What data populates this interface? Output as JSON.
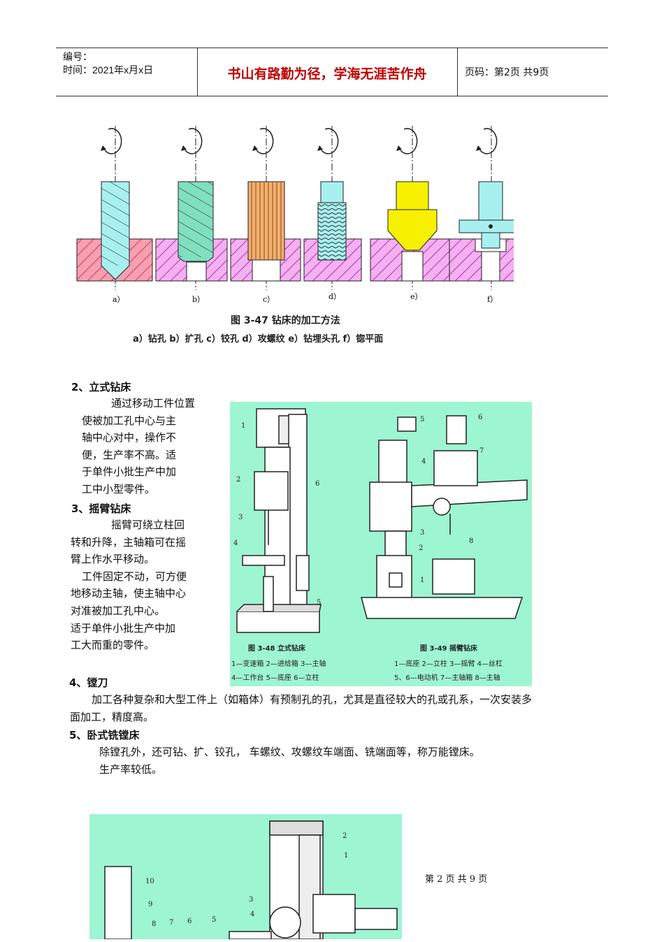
{
  "header": {
    "code_label": "编号：",
    "time_label": "时间：2021年x月x日",
    "motto": "书山有路勤为径，学海无涯苦作舟",
    "page_info": "页码：第2页  共9页"
  },
  "figure_347": {
    "sub_labels": [
      "a）",
      "b）",
      "c）",
      "d）",
      "e）",
      "f）"
    ],
    "title": "图 3-47   钻床的加工方法",
    "legend": "a）钻孔   b）扩孔   c）铰孔   d）攻螺纹   e）钻埋头孔   f）锪平面"
  },
  "sections": {
    "s2_title": "2、立式钻床",
    "s2_lines": [
      "通过移动工件位置",
      "使被加工孔中心与主",
      "轴中心对中，操作不",
      "便，生产率不高。适",
      "于单件小批生产中加",
      "工中小型零件。"
    ],
    "s3_title": "3、摇臂钻床",
    "s3_lines": [
      "摇臂可绕立柱回",
      "转和升降，主轴箱可在摇",
      "臂上作水平移动。",
      "工件固定不动，可方便",
      "地移动主轴，使主轴中心",
      "对准被加工孔中心。",
      "适于单件小批生产中加",
      "工大而重的零件。"
    ],
    "s4_title": "4、镗刀",
    "s4_line1": "加工各种复杂和大型工件上（如箱体）有预制孔的孔，尤其是直径较大的孔或孔系，一次安装多",
    "s4_line2": "面加工，精度高。",
    "s5_title": "5、卧式铣镗床",
    "s5_line1": "除镗孔外，还可钻、扩、铰孔，  车螺纹、攻螺纹车端面、铣端面等，称万能镗床。",
    "s5_line2": "生产率较低。"
  },
  "figure_348_349": {
    "callouts_left": [
      "1",
      "2",
      "3",
      "4",
      "5",
      "6"
    ],
    "callouts_right": [
      "1",
      "2",
      "3",
      "4",
      "5",
      "6",
      "7",
      "8"
    ],
    "cap48_title": "图 3-48   立式钻床",
    "cap48_l1": "1—变速箱  2—进给箱  3—主轴",
    "cap48_l2": "4—工作台  5—底座  6—立柱",
    "cap49_title": "图 3-49   摇臂钻床",
    "cap49_l1": "1—底座  2—立柱  3—摇臂  4—丝杠",
    "cap49_l2": "5、6—电动机  7—主轴箱  8—主轴"
  },
  "figure_bottom": {
    "callouts": [
      "2",
      "1",
      "10",
      "9",
      "3",
      "4",
      "8",
      "7",
      "6",
      "5"
    ]
  },
  "footer": {
    "page_text": "第 2 页 共 9 页"
  },
  "colors": {
    "motto": "#c00000",
    "panel": "#9ef5d2",
    "tool_cyan": "#a8f0f0",
    "tool_green": "#7fe0c0",
    "tool_orange": "#f2b070",
    "tool_yellow": "#f7f000",
    "hatch_red": "#e05060",
    "hatch_magenta": "#c040c0"
  }
}
